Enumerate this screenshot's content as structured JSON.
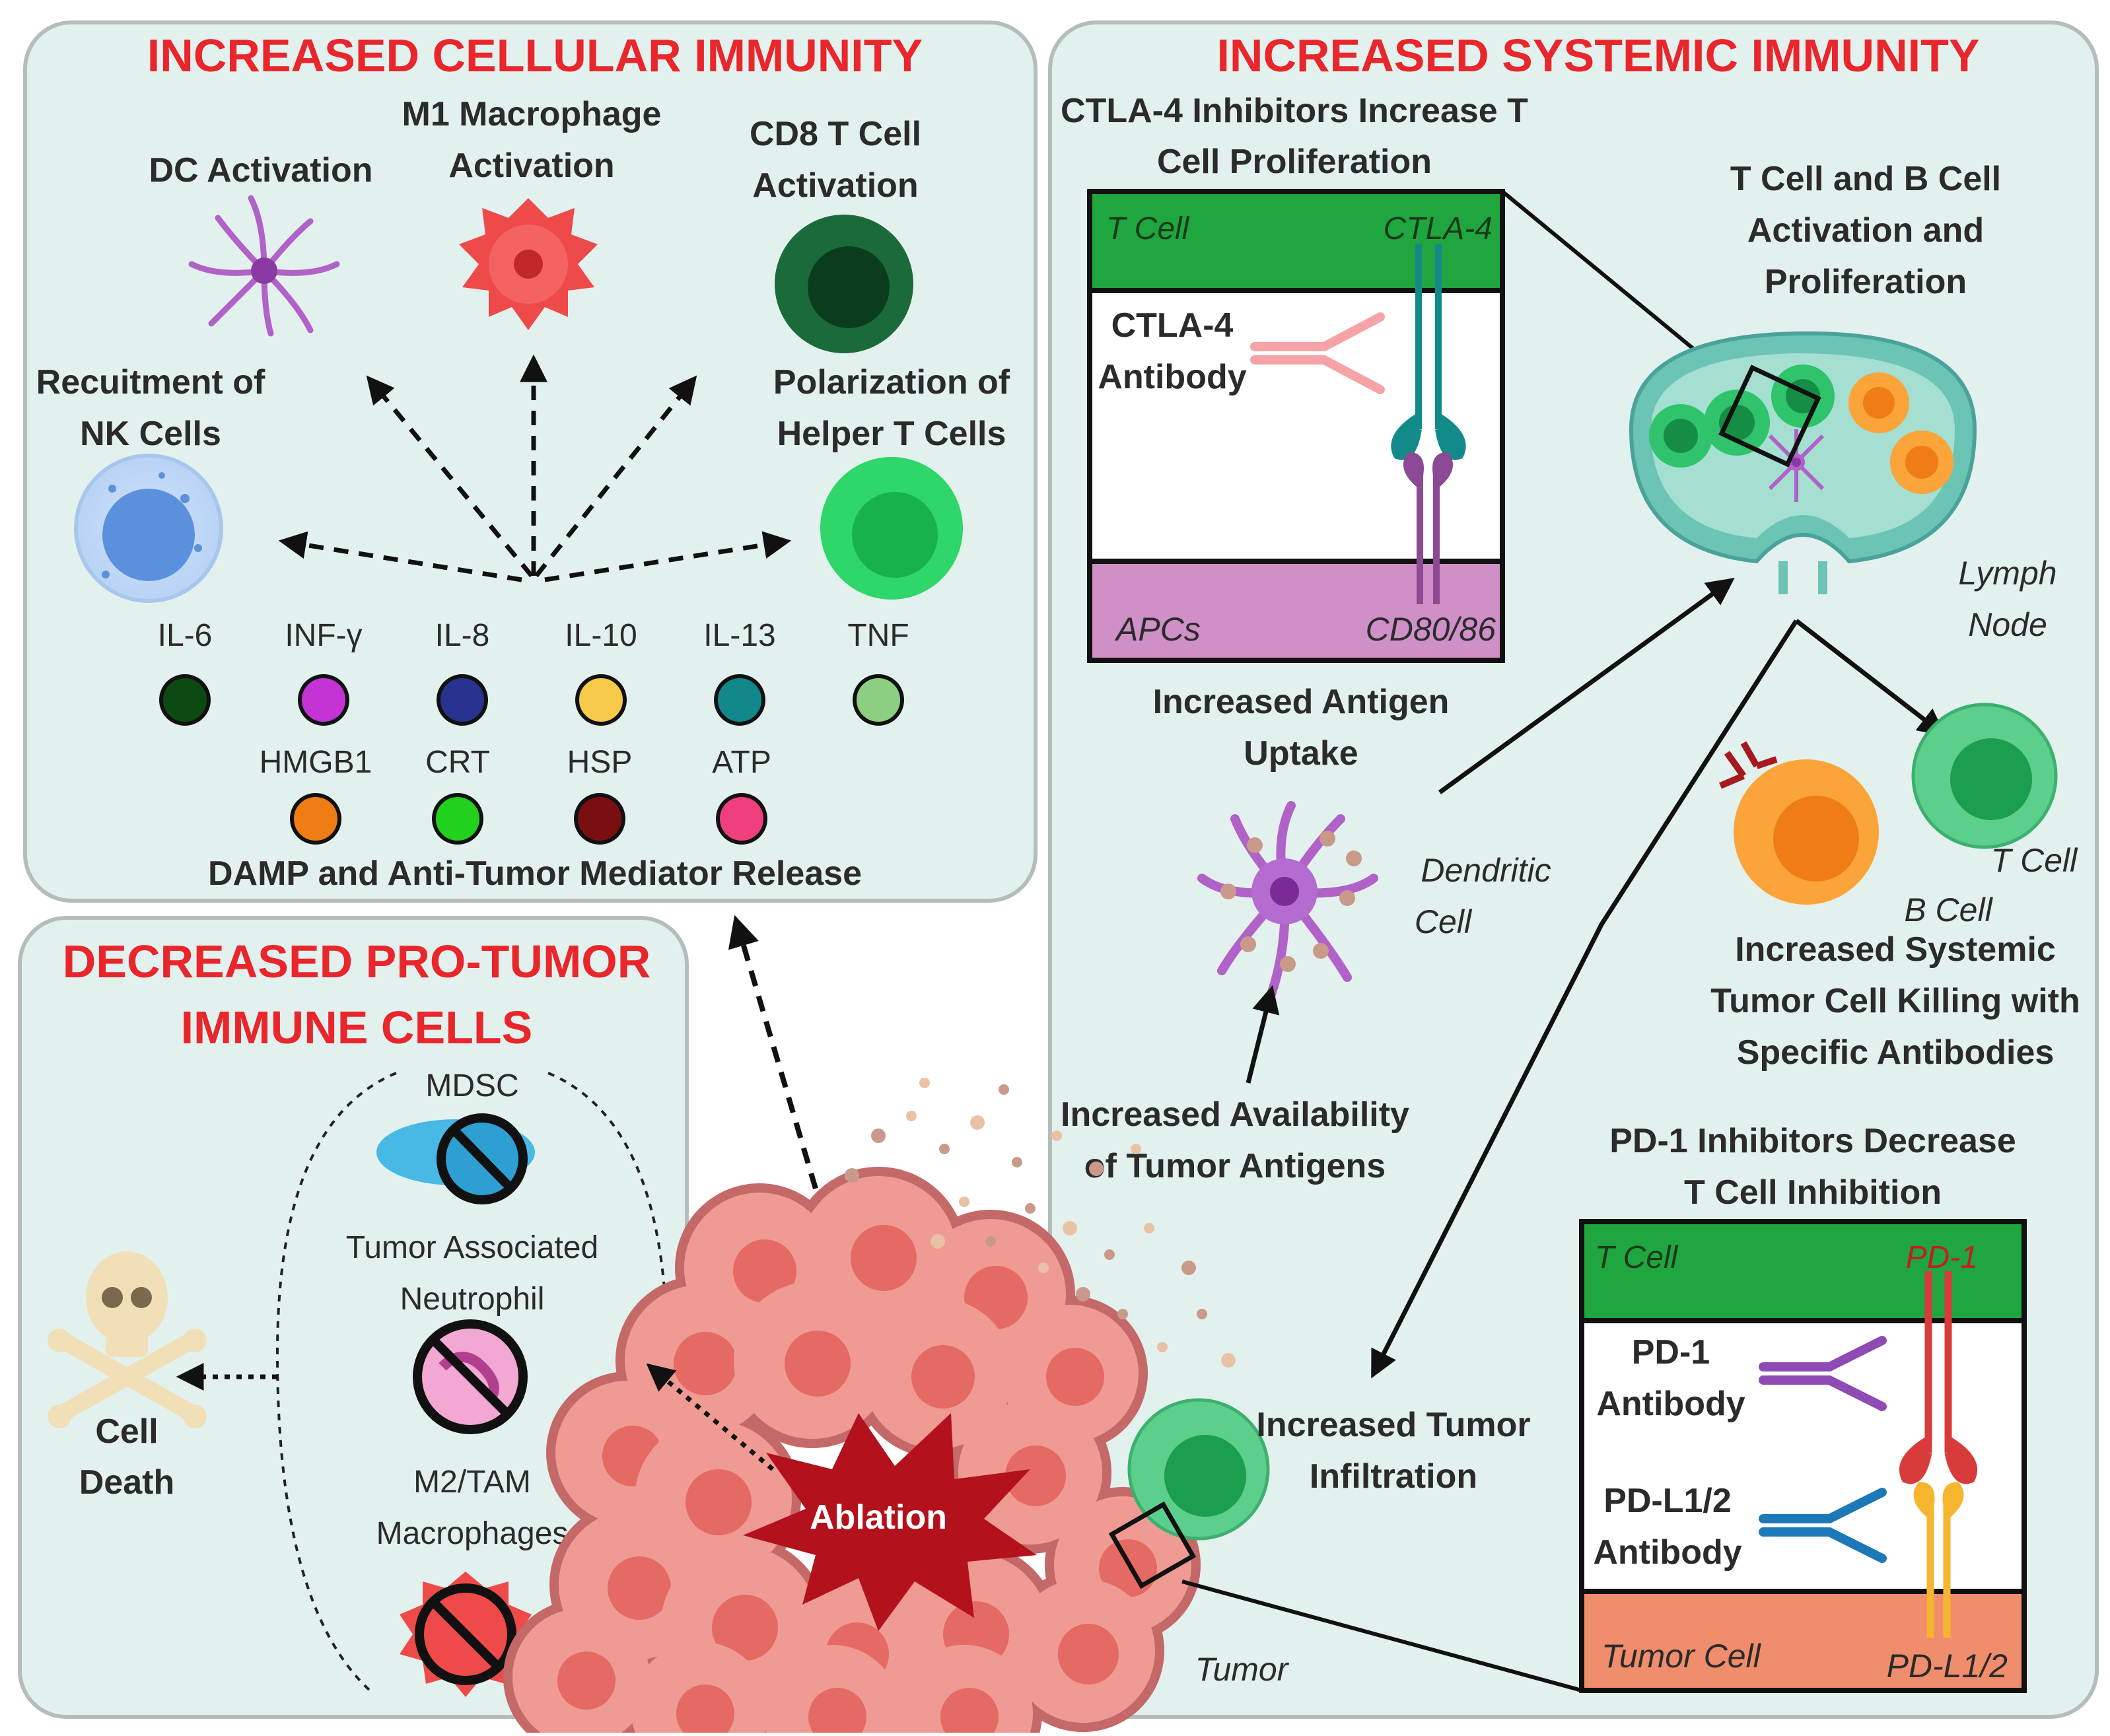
{
  "cellular": {
    "title": "INCREASED CELLULAR IMMUNITY",
    "dc": "DC Activation",
    "m1": [
      "M1 Macrophage",
      "Activation"
    ],
    "cd8": [
      "CD8 T Cell",
      "Activation"
    ],
    "nk": [
      "Recuitment of",
      "NK Cells"
    ],
    "helper": [
      "Polarization of",
      "Helper T Cells"
    ],
    "cytokines": [
      {
        "label": "IL-6",
        "color": "#0d4a12"
      },
      {
        "label": "INF-γ",
        "color": "#c433d6"
      },
      {
        "label": "IL-8",
        "color": "#27338f"
      },
      {
        "label": "IL-10",
        "color": "#f7c948"
      },
      {
        "label": "IL-13",
        "color": "#13888a"
      },
      {
        "label": "TNF",
        "color": "#8ccf80"
      }
    ],
    "damps": [
      {
        "label": "HMGB1",
        "color": "#f07c16"
      },
      {
        "label": "CRT",
        "color": "#22d11e"
      },
      {
        "label": "HSP",
        "color": "#7a0f12"
      },
      {
        "label": "ATP",
        "color": "#ef3f7c"
      }
    ],
    "release": "DAMP and Anti-Tumor Mediator Release"
  },
  "protumor": {
    "title": [
      "DECREASED PRO-TUMOR",
      "IMMUNE CELLS"
    ],
    "mdsc": "MDSC",
    "tan": [
      "Tumor Associated",
      "Neutrophil"
    ],
    "m2": [
      "M2/TAM",
      "Macrophages"
    ],
    "death": [
      "Cell",
      "Death"
    ]
  },
  "systemic": {
    "title": "INCREASED SYSTEMIC IMMUNITY",
    "ctla_title": [
      "CTLA-4 Inhibitors Increase T",
      "Cell Proliferation"
    ],
    "ctla_box": {
      "tcell": "T Cell",
      "ctla4": "CTLA-4",
      "antibody": [
        "CTLA-4",
        "Antibody"
      ],
      "apcs": "APCs",
      "cd80": "CD80/86"
    },
    "lymph_title": [
      "T Cell and B Cell",
      "Activation and",
      "Proliferation"
    ],
    "lymph_node": [
      "Lymph",
      "Node"
    ],
    "antigen_uptake": [
      "Increased Antigen",
      "Uptake"
    ],
    "dendritic": [
      "Dendritic",
      "Cell"
    ],
    "availability": [
      "Increased Availability",
      "of Tumor Antigens"
    ],
    "tcell_label": "T Cell",
    "bcell_label": "B Cell",
    "killing": [
      "Increased Systemic",
      "Tumor Cell Killing with",
      "Specific Antibodies"
    ],
    "pd1_title": [
      "PD-1  Inhibitors Decrease",
      "T Cell Inhibition"
    ],
    "pd1_box": {
      "tcell": "T Cell",
      "pd1": "PD-1",
      "pd1_ab": [
        "PD-1",
        "Antibody"
      ],
      "pdl_ab": [
        "PD-L1/2",
        "Antibody"
      ],
      "tumor": "Tumor Cell",
      "pdl": "PD-L1/2"
    },
    "infiltration": [
      "Increased Tumor",
      "Infiltration"
    ],
    "tumor": "Tumor",
    "ablation": "Ablation"
  },
  "colors": {
    "panel_fill": "#e3f1ee",
    "panel_stroke": "#b4bdbb",
    "header_red": "#e8262b",
    "tcell_green": "#1fa63f",
    "apc_purple": "#cf8fc7",
    "tumor_salmon": "#f08d6d"
  }
}
